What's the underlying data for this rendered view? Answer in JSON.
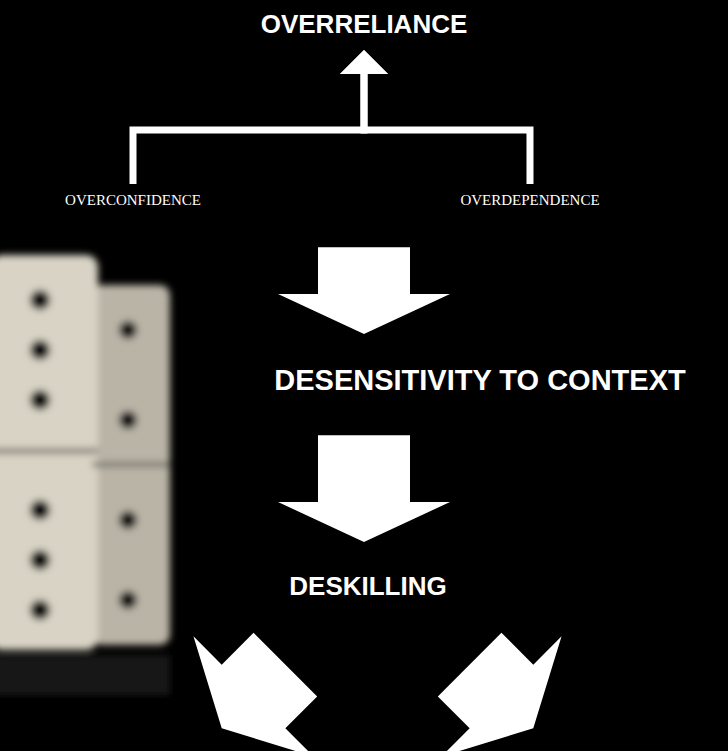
{
  "diagram": {
    "nodes": [
      {
        "text": [
          "OVERRELIANCE"
        ]
      },
      {
        "text": [
          "OVERCONFIDENCE"
        ]
      },
      {
        "text": [
          "OVERDEPENDENCE"
        ]
      },
      {
        "text": [
          "DESENSITIVITY TO CONTEXT"
        ]
      },
      {
        "text": [
          "DESKILLING"
        ]
      }
    ],
    "edges": [
      {
        "from": 1,
        "to": 0,
        "arrow": "to"
      },
      {
        "from": 2,
        "to": 0,
        "arrow": "to"
      },
      {
        "from": 0,
        "to": 3,
        "arrow": "to"
      },
      {
        "from": 3,
        "to": 4,
        "arrow": "to"
      }
    ]
  }
}
